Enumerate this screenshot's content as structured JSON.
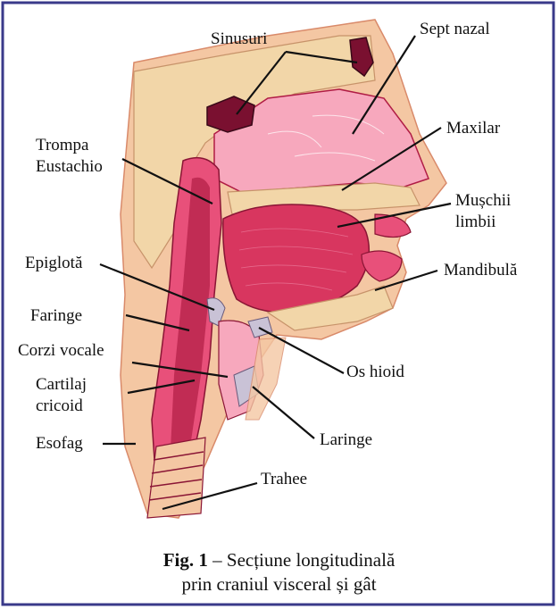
{
  "figure": {
    "labels": {
      "sinusuri": "Sinusuri",
      "sept_nazal": "Sept nazal",
      "trompa_line1": "Trompa",
      "trompa_line2": "Eustachio",
      "maxilar": "Maxilar",
      "muschii_line1": "Mușchii",
      "muschii_line2": "limbii",
      "epiglota": "Epiglotă",
      "mandibula": "Mandibulă",
      "faringe": "Faringe",
      "corzi_vocale": "Corzi vocale",
      "cartilaj_line1": "Cartilaj",
      "cartilaj_line2": "cricoid",
      "os_hioid": "Os hioid",
      "esofag": "Esofag",
      "laringe": "Laringe",
      "trahee": "Trahee"
    },
    "caption": {
      "prefix": "Fig. 1",
      "line1": " – Secțiune longitudinală",
      "line2": "prin craniul visceral și gât"
    },
    "colors": {
      "frame": "#3a3a8a",
      "skin": "#f4c7a3",
      "bone": "#f2d6a8",
      "mucosa": "#e8507a",
      "muscle": "#d8365f",
      "dark": "#b01c45",
      "cavity": "#f7a8bd",
      "cartilage": "#c9c2d6"
    }
  }
}
